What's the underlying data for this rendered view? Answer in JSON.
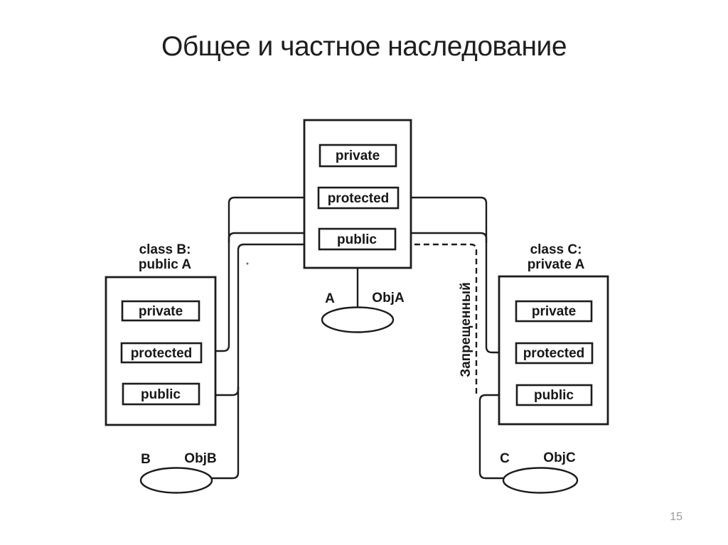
{
  "title": "Общее и частное наследование",
  "page_number": "15",
  "diagram": {
    "forbidden_label": "Запрещенный",
    "class_a": {
      "sections": [
        "private",
        "protected",
        "public"
      ]
    },
    "class_b": {
      "heading1": "class B:",
      "heading2": "public A",
      "sections": [
        "private",
        "protected",
        "public"
      ]
    },
    "class_c": {
      "heading1": "class C:",
      "heading2": "private A",
      "sections": [
        "private",
        "protected",
        "public"
      ]
    },
    "object_a": {
      "class_letter": "A",
      "object_name": "ObjA"
    },
    "object_b": {
      "class_letter": "B",
      "object_name": "ObjB"
    },
    "object_c": {
      "class_letter": "C",
      "object_name": "ObjC"
    },
    "colors": {
      "ink": "#1c1c1c",
      "background": "#ffffff",
      "page_number_gray": "#9b9b9b"
    }
  }
}
